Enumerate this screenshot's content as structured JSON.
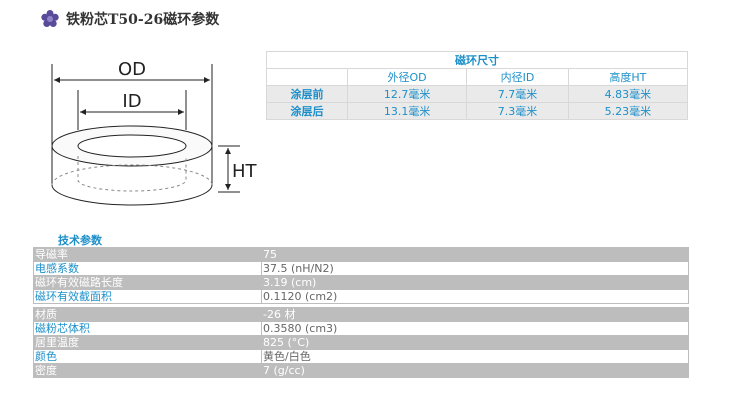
{
  "page": {
    "title": "铁粉芯T50-26磁环参数",
    "icon": "flower-bullet-icon",
    "accent": "#1c8fc9"
  },
  "diagram": {
    "od_label": "OD",
    "id_label": "ID",
    "ht_label": "HT"
  },
  "dimensions": {
    "caption": "磁环尺寸",
    "headers": [
      "",
      "外径OD",
      "内径ID",
      "高度HT"
    ],
    "rows": [
      {
        "label": "涂层前",
        "od": "12.7毫米",
        "id": "7.7毫米",
        "ht": "4.83毫米"
      },
      {
        "label": "涂层后",
        "od": "13.1毫米",
        "id": "7.3毫米",
        "ht": "5.23毫米"
      }
    ]
  },
  "tech": {
    "title": "技术参数",
    "rows": [
      {
        "key": "导磁率",
        "value": "75"
      },
      {
        "key": "电感系数",
        "value": "37.5 (nH/N2)"
      },
      {
        "key": "磁环有效磁路长度",
        "value": "3.19 (cm)"
      },
      {
        "key": "磁环有效截面积",
        "value": "0.1120 (cm2)"
      },
      {
        "key": "材质",
        "value": "-26 材"
      },
      {
        "key": "磁粉芯体积",
        "value": "0.3580 (cm3)"
      },
      {
        "key": "居里温度",
        "value": "825 (°C)"
      },
      {
        "key": "颜色",
        "value": "黄色/白色"
      },
      {
        "key": "密度",
        "value": "7 (g/cc)"
      }
    ]
  }
}
